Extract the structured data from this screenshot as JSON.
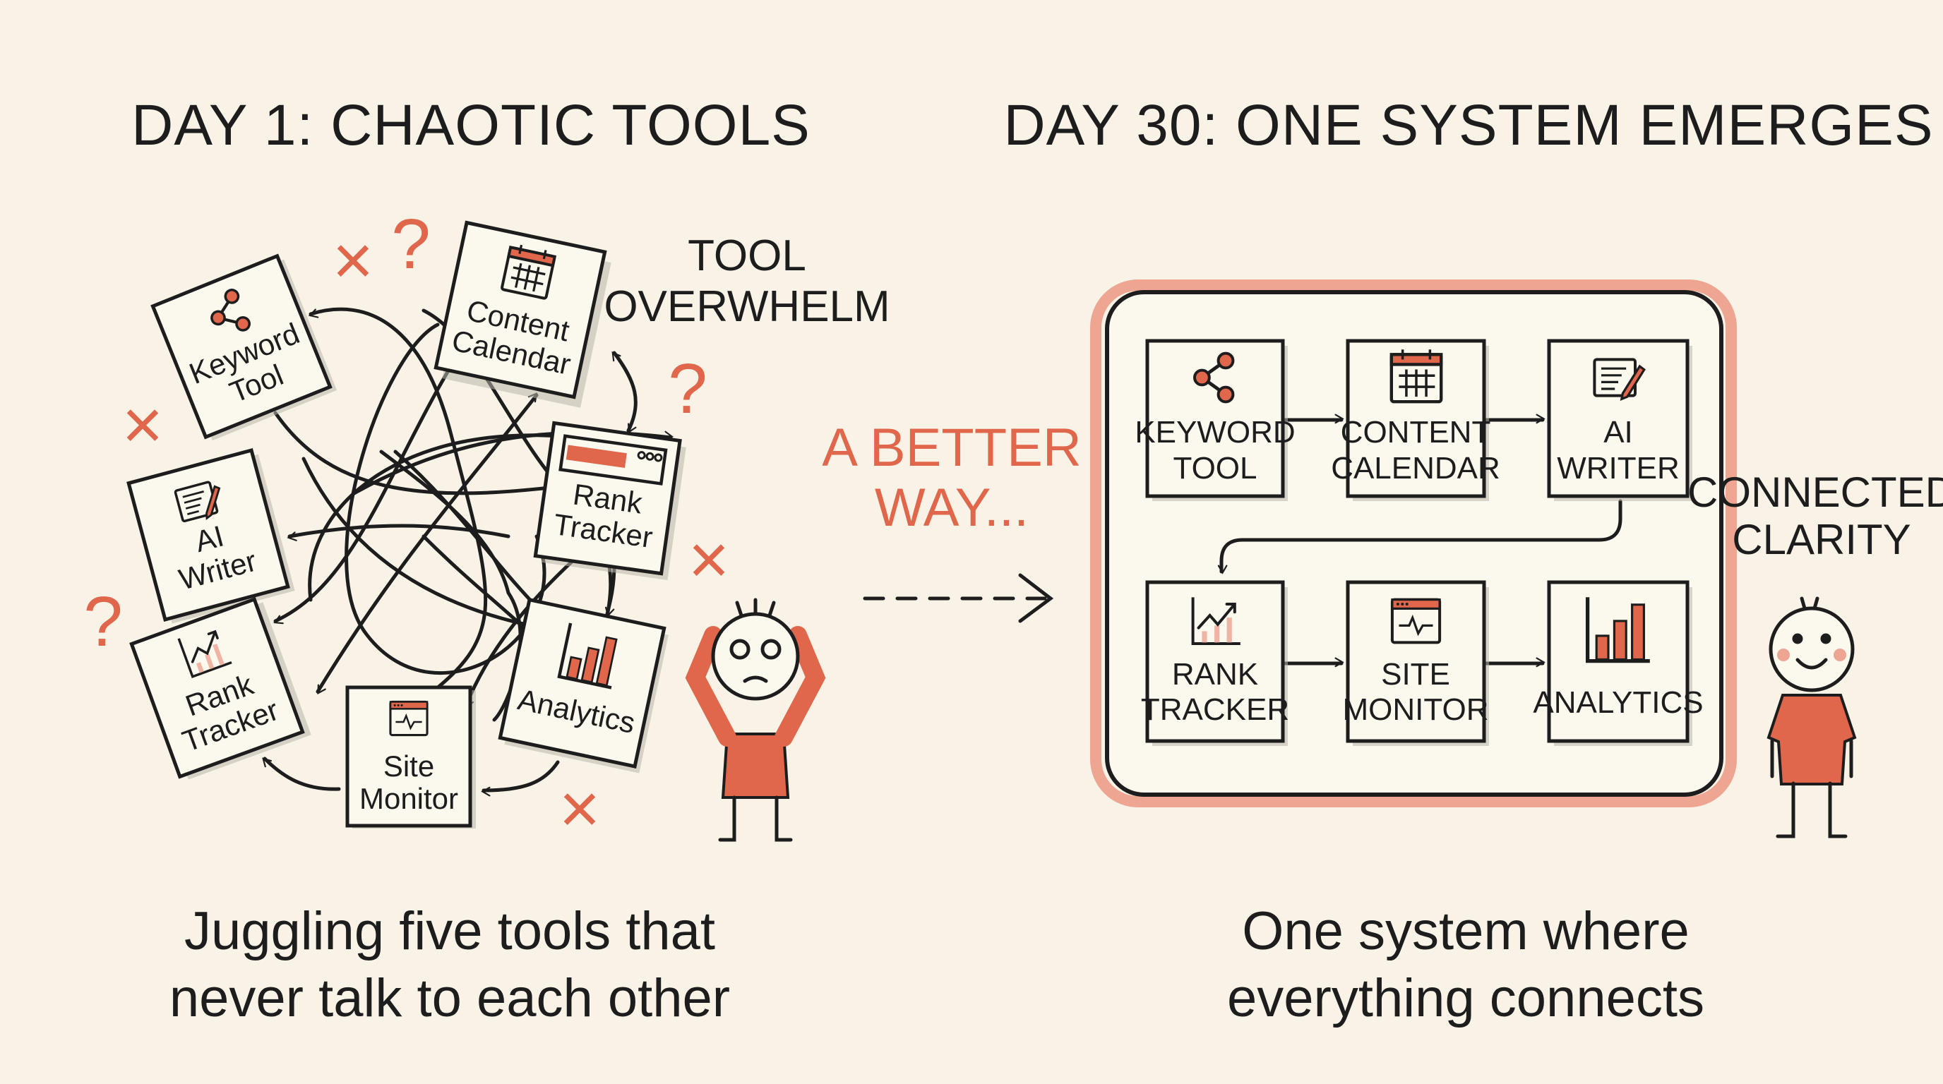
{
  "colors": {
    "background": "#f8f3e6",
    "accent": "#e0674b",
    "ink": "#1d1d1d"
  },
  "left": {
    "title": "DAY 1: CHAOTIC TOOLS",
    "annotation": [
      "TOOL",
      "OVERWHELM"
    ],
    "caption": [
      "Juggling five tools that",
      "never talk to each other"
    ],
    "cards": [
      {
        "lines": [
          "Keyword",
          "Tool"
        ],
        "icon": "share-icon"
      },
      {
        "lines": [
          "Content",
          "Calendar"
        ],
        "icon": "calendar-icon"
      },
      {
        "lines": [
          "Rank",
          "Tracker"
        ],
        "icon": "browser-progress-icon"
      },
      {
        "lines": [
          "AI",
          "Writer"
        ],
        "icon": "document-pencil-icon"
      },
      {
        "lines": [
          "Rank",
          "Tracker"
        ],
        "icon": "trend-chart-icon"
      },
      {
        "lines": [
          "Site",
          "Monitor"
        ],
        "icon": "site-pulse-icon"
      },
      {
        "lines": [
          "Analytics"
        ],
        "icon": "bar-chart-icon"
      }
    ],
    "marks": {
      "cross": "×",
      "question": "?"
    }
  },
  "transition": {
    "lines": [
      "A BETTER",
      "WAY..."
    ]
  },
  "right": {
    "title": "DAY 30: ONE SYSTEM EMERGES",
    "annotation": [
      "CONNECTED",
      "CLARITY"
    ],
    "caption": [
      "One system where",
      "everything connects"
    ],
    "cards": [
      {
        "lines": [
          "KEYWORD",
          "TOOL"
        ],
        "icon": "share-icon"
      },
      {
        "lines": [
          "CONTENT",
          "CALENDAR"
        ],
        "icon": "calendar-icon"
      },
      {
        "lines": [
          "AI",
          "WRITER"
        ],
        "icon": "document-pencil-icon"
      },
      {
        "lines": [
          "RANK",
          "TRACKER"
        ],
        "icon": "trend-chart-icon"
      },
      {
        "lines": [
          "SITE",
          "MONITOR"
        ],
        "icon": "site-pulse-icon"
      },
      {
        "lines": [
          "ANALYTICS"
        ],
        "icon": "bar-chart-icon"
      }
    ]
  }
}
